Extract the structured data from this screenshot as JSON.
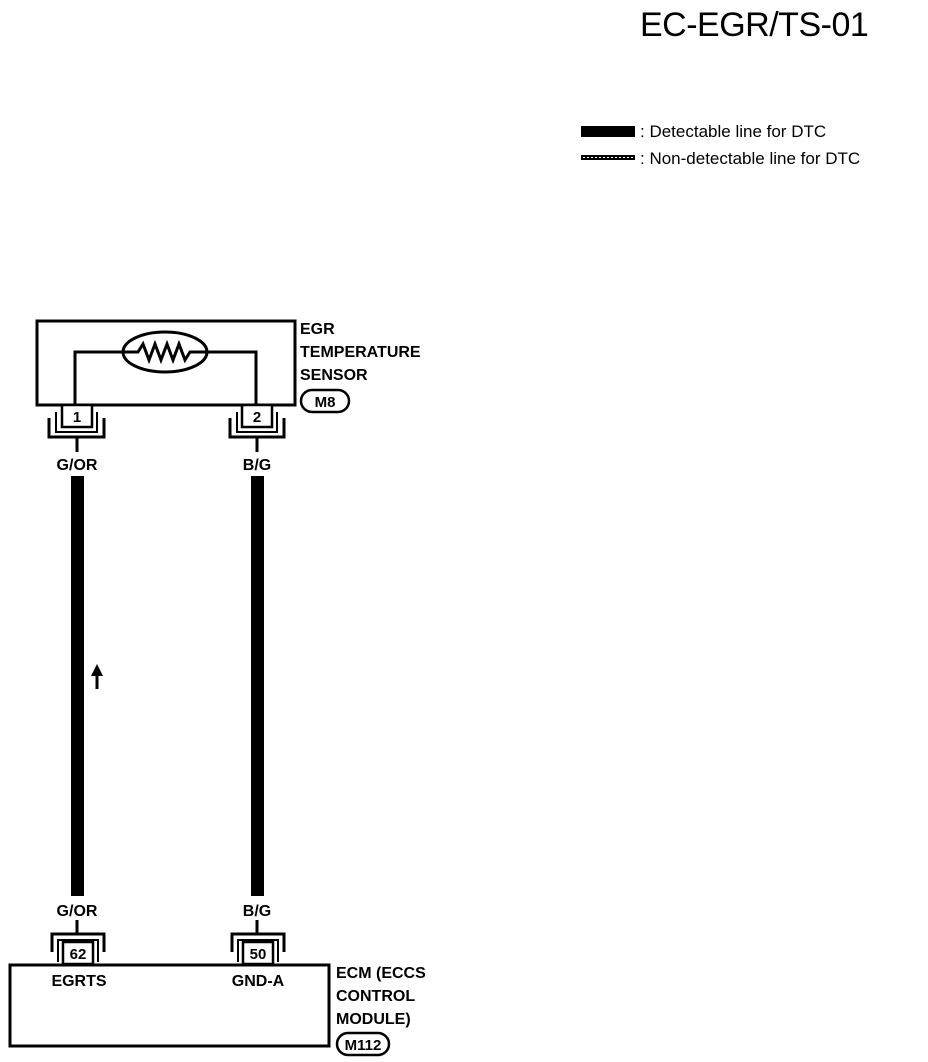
{
  "page_title": "EC-EGR/TS-01",
  "legend": [
    {
      "style": "detectable",
      "text": ": Detectable line for DTC"
    },
    {
      "style": "non-detectable",
      "text": ": Non-detectable line for DTC"
    }
  ],
  "sensor": {
    "lines": [
      "EGR",
      "TEMPERATURE",
      "SENSOR"
    ],
    "connector": "M8",
    "pins": [
      "1",
      "2"
    ]
  },
  "wires": [
    {
      "color_top": "G/OR",
      "color_bottom": "G/OR"
    },
    {
      "color_top": "B/G",
      "color_bottom": "B/G"
    }
  ],
  "ecm": {
    "lines": [
      "ECM (ECCS",
      "CONTROL",
      "MODULE)"
    ],
    "connector": "M112",
    "pins": [
      "62",
      "50"
    ],
    "terminals": [
      "EGRTS",
      "GND-A"
    ]
  }
}
